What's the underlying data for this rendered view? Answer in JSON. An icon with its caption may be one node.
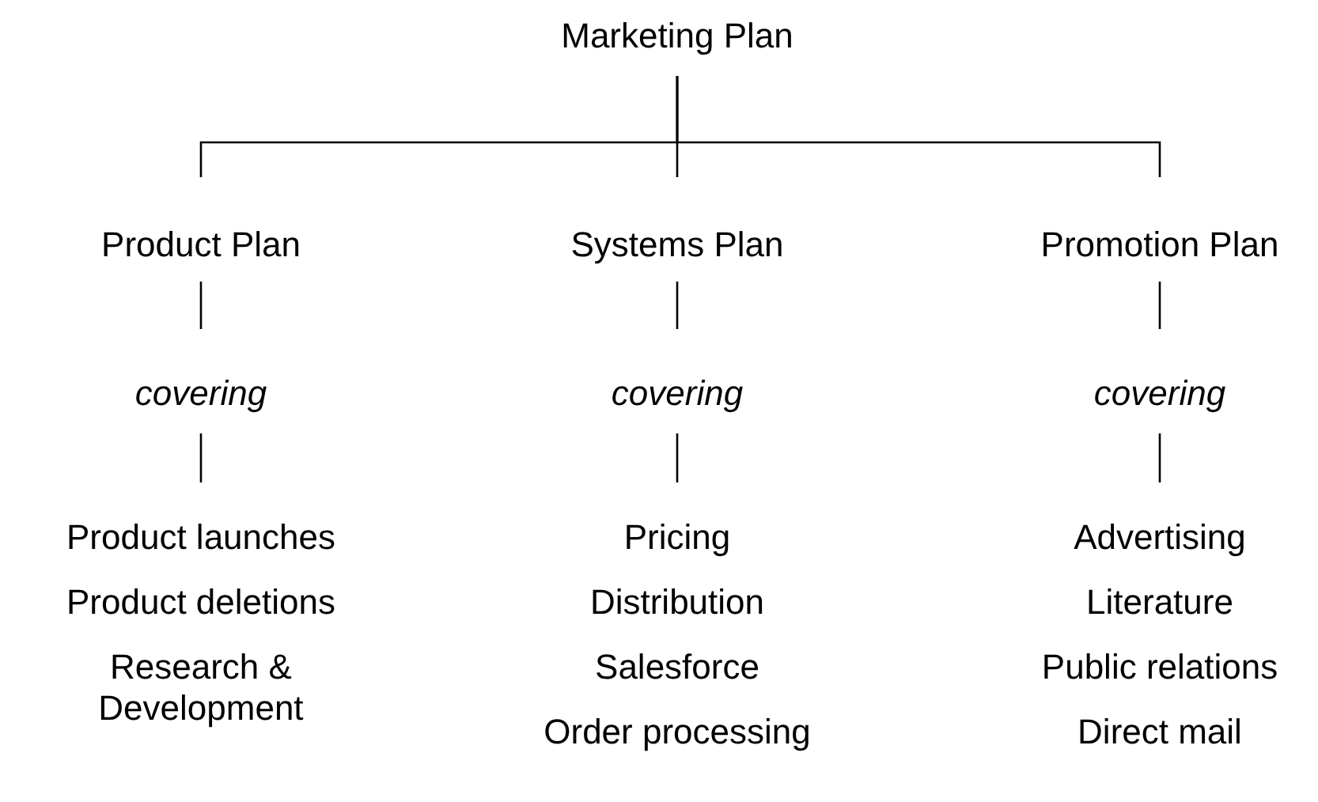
{
  "diagram": {
    "nodes": [
      {
        "text": [
          "Marketing Plan"
        ]
      },
      {
        "text": [
          "Product Plan"
        ]
      },
      {
        "text": [
          "Systems Plan"
        ]
      },
      {
        "text": [
          "Promotion Plan"
        ]
      },
      {
        "text": [
          "covering"
        ]
      },
      {
        "text": [
          "covering"
        ]
      },
      {
        "text": [
          "covering"
        ]
      },
      {
        "text": [
          "Product launches",
          "Product deletions",
          "Research & Development"
        ]
      },
      {
        "text": [
          "Pricing",
          "Distribution",
          "Salesforce",
          "Order processing"
        ]
      },
      {
        "text": [
          "Advertising",
          "Literature",
          "Public relations",
          "Direct mail"
        ]
      }
    ],
    "edges": [
      {
        "from": 0,
        "to": 1,
        "arrow": "none"
      },
      {
        "from": 0,
        "to": 2,
        "arrow": "none"
      },
      {
        "from": 0,
        "to": 3,
        "arrow": "none"
      },
      {
        "from": 1,
        "to": 4,
        "arrow": "none"
      },
      {
        "from": 2,
        "to": 5,
        "arrow": "none"
      },
      {
        "from": 3,
        "to": 6,
        "arrow": "none"
      },
      {
        "from": 4,
        "to": 7,
        "arrow": "none"
      },
      {
        "from": 5,
        "to": 8,
        "arrow": "none"
      },
      {
        "from": 6,
        "to": 9,
        "arrow": "none"
      }
    ]
  }
}
